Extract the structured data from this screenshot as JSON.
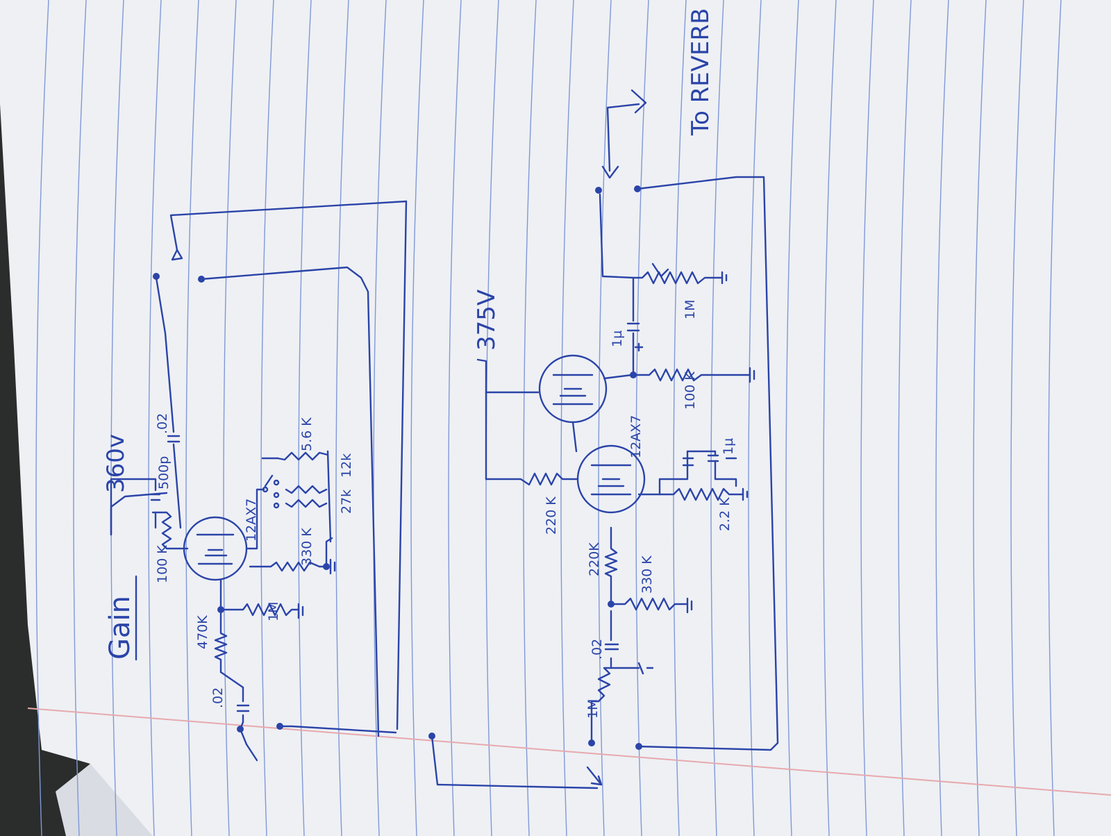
{
  "colors": {
    "paper": "#eef0f4",
    "rule_line": "#7f98d6",
    "margin_line": "#e7a9ad",
    "ink": "#2b44a8",
    "background": "#2a2d2c"
  },
  "title": "Gain",
  "stage1": {
    "supply": "360v",
    "input_cap": ".02",
    "grid_resistor": "470K",
    "grid_leak": "1M",
    "plate_resistor": "100 K",
    "bright_cap": "500p",
    "tube": "12AX7",
    "cathode_resistor": "330 K",
    "coupling_cap": ".02",
    "switch_resistors": [
      "27k",
      "12k",
      "5.6 K"
    ]
  },
  "stage2": {
    "supply": "375V",
    "input_cap": ".02",
    "volume_pot": "1M",
    "grid_resistor": "220K",
    "grid_leak": "330 K",
    "plate_resistor": "220 K",
    "tube": "12AX7",
    "cathode_resistor": "2.2 K",
    "cathode_cap": "1µ",
    "follower_resistor": "100 K",
    "output_cap": "1µ",
    "output_pot": "1M"
  },
  "reverb_label": "To REVERB"
}
